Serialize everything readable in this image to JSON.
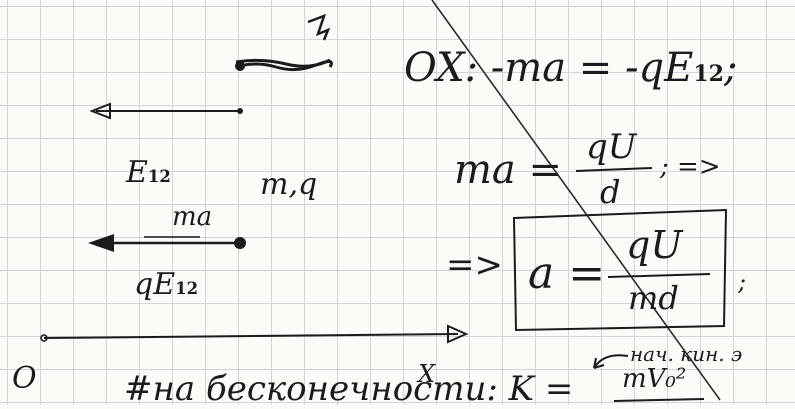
{
  "notes": {
    "label_e12": "E",
    "label_e12_sub": "12",
    "label_mq": "m,q",
    "label_ma": "ma",
    "label_qe12": "qE",
    "label_qe12_sub": "12",
    "label_origin": "O",
    "label_x": "X",
    "eq1": "OX: -ma = -qE",
    "eq1_sub": "12",
    "eq1_end": ";",
    "eq2_lhs": "ma =",
    "eq2_num": "qU",
    "eq2_den": "d",
    "eq2_end": "; =>",
    "eq3_arrow": "=>",
    "eq3_lhs": "a =",
    "eq3_num": "qU",
    "eq3_den": "md",
    "eq3_end": ";",
    "annotation": "нач. кин. э",
    "bottom_text": "#на бесконечности: K =",
    "bottom_frac_num": "mV₀²"
  }
}
